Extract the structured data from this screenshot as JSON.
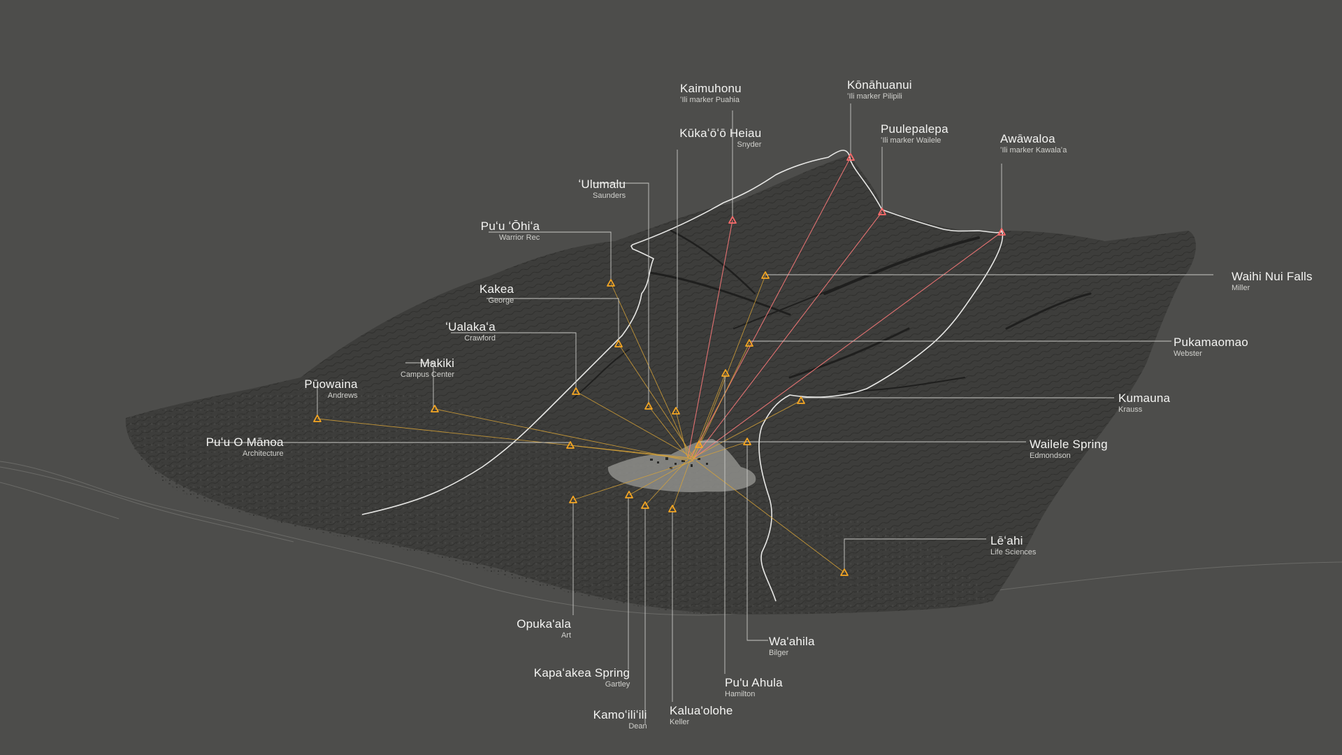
{
  "colors": {
    "background": "#4d4d4b",
    "terrain": "#3d3d3b",
    "contour": "#2b2b29",
    "boundary": "#e8e8e6",
    "leader": "#c9c9c6",
    "ridge_marker": "#ff6b6b",
    "campus_marker": "#f5a623",
    "ridge_ray": "#ff7b7b",
    "campus_ray": "#d9a437",
    "campus_area": "#8e8e8b"
  },
  "icons": {
    "ridge_marker": "red-triangle-icon",
    "campus_marker": "orange-triangle-icon"
  },
  "ridge_markers": [
    {
      "name": "Kaimuhonu",
      "sub": "ʻIli marker Puahia"
    },
    {
      "name": "Kōnāhuanui",
      "sub": "ʻIli  marker Pilipili"
    },
    {
      "name": "Puulepalepa",
      "sub": "ʻIli marker Wailele"
    },
    {
      "name": "Awāwaloa",
      "sub": "ʻIli marker Kawalaʻa"
    }
  ],
  "campus_markers": [
    {
      "name": "Kūkaʻōʻō Heiau",
      "sub": "Snyder"
    },
    {
      "name": "ʻUlumalu",
      "sub": "Saunders"
    },
    {
      "name": "Puʻu ʻŌhiʻa",
      "sub": "Warrior Rec"
    },
    {
      "name": "Kakea",
      "sub": "George"
    },
    {
      "name": "ʻUalakaʻa",
      "sub": "Crawford"
    },
    {
      "name": "Makiki",
      "sub": "Campus Center"
    },
    {
      "name": "Pūowaina",
      "sub": "Andrews"
    },
    {
      "name": "Puʻu O Mānoa",
      "sub": "Architecture"
    },
    {
      "name": "Opuka'ala",
      "sub": "Art"
    },
    {
      "name": "Kapaʻakea Spring",
      "sub": "Gartley"
    },
    {
      "name": "Kamoʻiliʻili",
      "sub": "Dean"
    },
    {
      "name": "Kalua'olohe",
      "sub": "Keller"
    },
    {
      "name": "Pu'u Ahula",
      "sub": "Hamilton"
    },
    {
      "name": "Wa'ahila",
      "sub": "Bilger"
    },
    {
      "name": "Lēʻahi",
      "sub": "Life Sciences"
    },
    {
      "name": "Wailele Spring",
      "sub": "Edmondson"
    },
    {
      "name": "Kumauna",
      "sub": "Krauss"
    },
    {
      "name": "Pukamaomao",
      "sub": "Webster"
    },
    {
      "name": "Waihi Nui Falls",
      "sub": "Miller"
    }
  ]
}
